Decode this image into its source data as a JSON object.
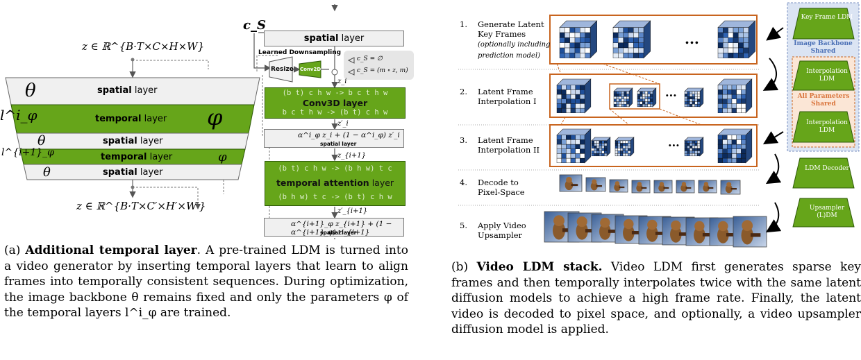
{
  "left_figure": {
    "z_in": "z ∈ ℝ^{B·T×C×H×W}",
    "z_out": "z ∈ ℝ^{B·T×C′×H′×W′}",
    "theta": "θ",
    "phi": "φ",
    "l_phi_i": "l^i_φ",
    "l_phi_i1": "l^{i+1}_φ",
    "spatial_bold": "spatial",
    "temporal_bold": "temporal",
    "layer_word": "layer",
    "c_s": "c_S",
    "learned_downsampling": "Learned Downsampling",
    "resize": "Resize",
    "conv2d": "Conv2D",
    "cs_options": [
      "c_S = ∅",
      "c_S = (m ∘ z, m)"
    ],
    "z_i": "z_i",
    "z_i_prime": "z′_i",
    "z_i1": "z_{i+1}",
    "z_i1_prime": "z′_{i+1}",
    "conv3d_code_top": "(b t) c h w -> b c t h w",
    "conv3d_label": "Conv3D layer",
    "conv3d_code_bottom": "b c t h w -> (b t) c h w",
    "attn_code_top": "(b t) c h w -> (b h w) t c",
    "attn_label_bold": "temporal attention",
    "attn_code_bottom": "(b h w) t c -> (b t) c h w",
    "mix1_formula": "α^i_φ z_i + (1 − α^i_φ) z′_i",
    "mix2_formula": "α^{i+1}_φ z_{i+1} + (1 − α^{i+1}_φ) z′_{i+1}",
    "spatial_layer_small": "spatial layer"
  },
  "caption_a": {
    "label": "(a)",
    "title": "Additional temporal layer",
    "text": ". A pre-trained LDM is turned into a video generator by inserting temporal layers that learn to align frames into temporally consistent sequences. During optimization, the image backbone θ remains fixed and only the parameters φ of the temporal layers l^i_φ are trained."
  },
  "right_figure": {
    "steps": [
      {
        "num": "1.",
        "text": "Generate Latent Key Frames",
        "note": "(optionally including prediction model)"
      },
      {
        "num": "2.",
        "text": "Latent Frame Interpolation I",
        "note": ""
      },
      {
        "num": "3.",
        "text": "Latent Frame Interpolation II",
        "note": ""
      },
      {
        "num": "4.",
        "text": "Decode to Pixel-Space",
        "note": ""
      },
      {
        "num": "5.",
        "text": "Apply Video Upsampler",
        "note": ""
      }
    ],
    "ellipsis": "...",
    "models": {
      "key_frame": "Key Frame LDM",
      "backbone_shared": "Image Backbone Shared",
      "interp1": "Interpolation LDM",
      "all_params_shared": "All Parameters Shared",
      "interp2": "Interpolation LDM",
      "decoder": "LDM Decoder",
      "upsampler": "Upsampler (L)DM"
    }
  },
  "caption_b": {
    "label": "(b)",
    "title": "Video LDM stack.",
    "text": " Video LDM first generates sparse key frames and then temporally interpolates twice with the same latent diffusion models to achieve a high frame rate. Finally, the latent video is decoded to pixel space, and optionally, a video upsampler diffusion model is applied."
  },
  "colors": {
    "green": "#66a51a",
    "orange": "#c8641e",
    "blue_panel": "#dbe4f3",
    "orange_panel": "#fbe6d6"
  }
}
